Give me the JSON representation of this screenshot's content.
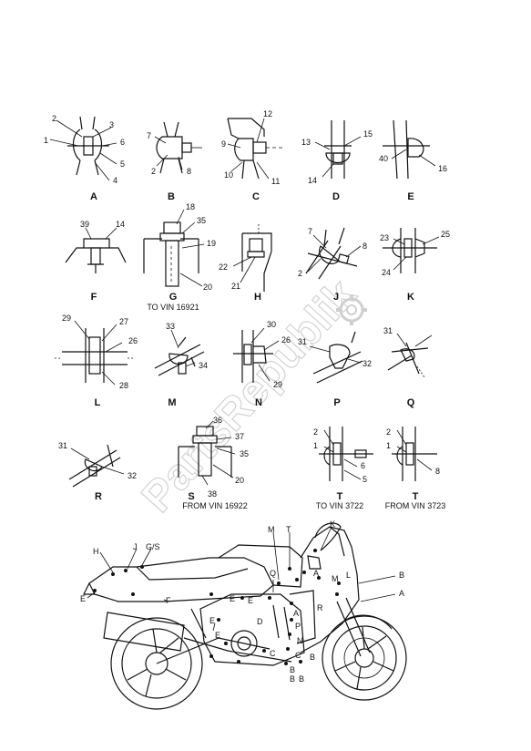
{
  "watermark": "PartsRepublik",
  "details": [
    {
      "letter": "A",
      "numbers": [
        "2",
        "1",
        "3",
        "6",
        "5",
        "4"
      ]
    },
    {
      "letter": "B",
      "numbers": [
        "7",
        "2",
        "8"
      ]
    },
    {
      "letter": "C",
      "numbers": [
        "12",
        "9",
        "10",
        "11"
      ]
    },
    {
      "letter": "D",
      "numbers": [
        "13",
        "15",
        "14"
      ]
    },
    {
      "letter": "E",
      "numbers": [
        "40",
        "16"
      ]
    },
    {
      "letter": "F",
      "numbers": [
        "39",
        "14"
      ]
    },
    {
      "letter": "G",
      "numbers": [
        "18",
        "35",
        "19",
        "20"
      ],
      "note": "TO VIN 16921"
    },
    {
      "letter": "H",
      "numbers": [
        "22",
        "21"
      ]
    },
    {
      "letter": "J",
      "numbers": [
        "7",
        "8",
        "2"
      ]
    },
    {
      "letter": "K",
      "numbers": [
        "23",
        "25",
        "24"
      ]
    },
    {
      "letter": "L",
      "numbers": [
        "29",
        "27",
        "26",
        "28"
      ]
    },
    {
      "letter": "M",
      "numbers": [
        "33",
        "34"
      ]
    },
    {
      "letter": "N",
      "numbers": [
        "30",
        "26",
        "29"
      ]
    },
    {
      "letter": "P",
      "numbers": [
        "31",
        "32"
      ]
    },
    {
      "letter": "Q",
      "numbers": [
        "31"
      ]
    },
    {
      "letter": "R",
      "numbers": [
        "31",
        "32"
      ]
    },
    {
      "letter": "S",
      "numbers": [
        "36",
        "37",
        "35",
        "20",
        "38"
      ],
      "note": "FROM VIN 16922"
    },
    {
      "letter": "T",
      "numbers": [
        "2",
        "1",
        "6",
        "5"
      ],
      "note": "TO VIN 3722"
    },
    {
      "letter": "T",
      "numbers": [
        "2",
        "1",
        "8"
      ],
      "note": "FROM VIN 3723"
    }
  ],
  "bike_labels": [
    "H",
    "J",
    "G/S",
    "E",
    "F",
    "E",
    "E",
    "D",
    "E",
    "M",
    "T",
    "K",
    "Q",
    "A",
    "M",
    "L",
    "B",
    "A",
    "R",
    "P",
    "N",
    "C",
    "B",
    "C",
    "B",
    "B",
    "B",
    "A",
    "E"
  ]
}
